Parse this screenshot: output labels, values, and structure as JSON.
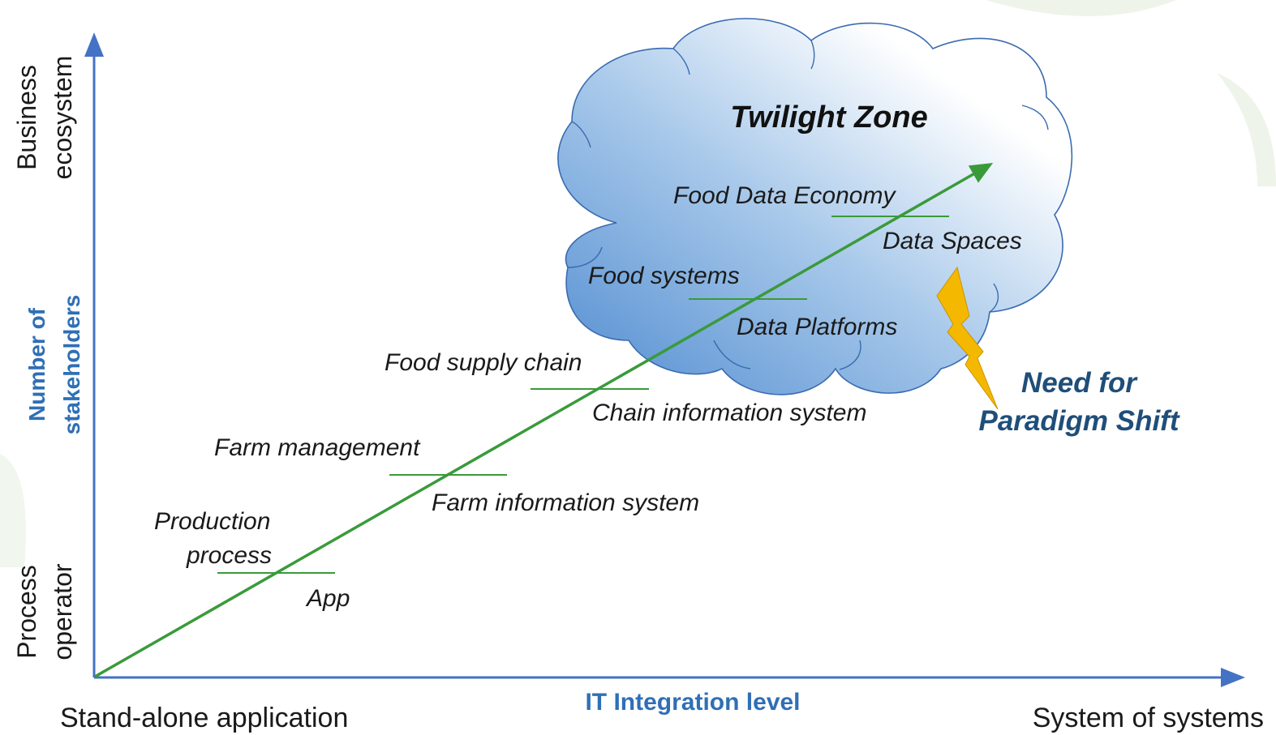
{
  "y_axis": {
    "top_line1": "Business",
    "top_line2": "ecosystem",
    "middle_line1": "Number of",
    "middle_line2": "stakeholders",
    "bottom_line1": "Process",
    "bottom_line2": "operator"
  },
  "x_axis": {
    "left": "Stand-alone application",
    "middle": "IT Integration level",
    "right": "System of systems"
  },
  "cloud": {
    "title": "Twilight Zone"
  },
  "paradigm": {
    "line1": "Need for",
    "line2": "Paradigm Shift"
  },
  "levels": [
    {
      "above_line1": "Production",
      "above_line2": "process",
      "below": "App"
    },
    {
      "above_line1": "Farm management",
      "below": "Farm information  system"
    },
    {
      "above_line1": "Food supply  chain",
      "below": "Chain information  system"
    },
    {
      "above_line1": "Food systems",
      "below": "Data Platforms"
    },
    {
      "above_line1": "Food Data Economy",
      "below": "Data Spaces"
    }
  ],
  "colors": {
    "axis": "#4472c4",
    "axis_title": "#2f6fb5",
    "trend_line": "#3a9a3a",
    "cloud_fill_dark": "#6a9fd8",
    "cloud_stroke": "#3a6bb0",
    "lightning": "#f5b800",
    "paradigm_text": "#1f4e79"
  }
}
